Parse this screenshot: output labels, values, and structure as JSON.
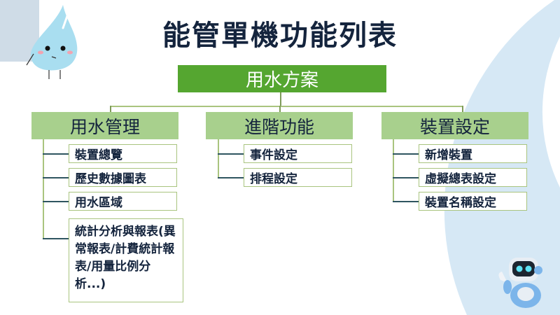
{
  "title": "能管單機功能列表",
  "root": "用水方案",
  "categories": [
    {
      "label": "用水管理",
      "items": [
        "裝置總覽",
        "歷史數據圖表",
        "用水區域",
        "統計分析與報表(異常報表/計費統計報表/用量比例分析...)"
      ]
    },
    {
      "label": "進階功能",
      "items": [
        "事件設定",
        "排程設定"
      ]
    },
    {
      "label": "裝置設定",
      "items": [
        "新增裝置",
        "虛擬總表設定",
        "裝置名稱設定"
      ]
    }
  ],
  "colors": {
    "root": "#55a630",
    "category": "#a8d08d",
    "title": "#14243d",
    "decor": "#d6e8f5"
  }
}
